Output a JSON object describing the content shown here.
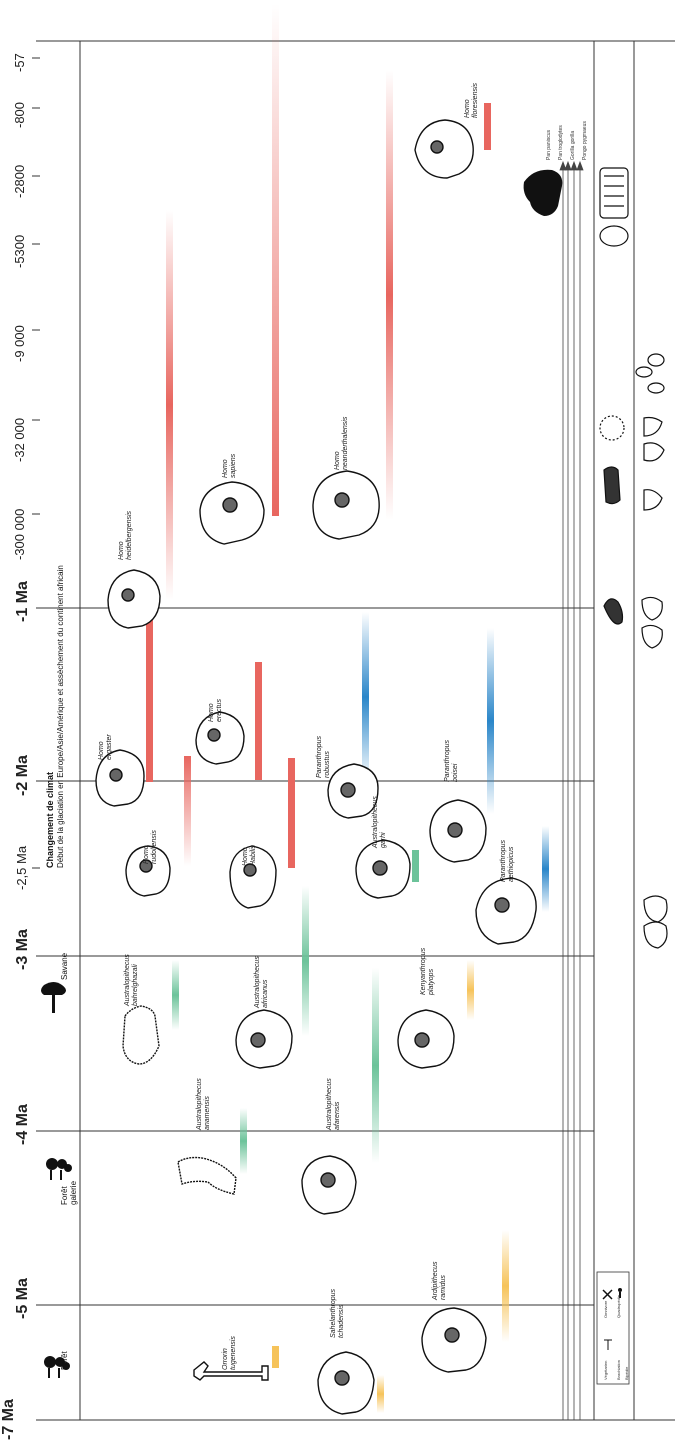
{
  "timeline": {
    "ma_labels": [
      "-1 Ma",
      "-2 Ma",
      "-3 Ma",
      "-4 Ma",
      "-5 Ma",
      "-7 Ma"
    ],
    "sub_labels": [
      "-2,5 Ma"
    ],
    "year_labels": [
      "-57",
      "-800",
      "-2800",
      "-5300",
      "-9 000",
      "-32 000",
      "-300 000"
    ]
  },
  "habitats": {
    "savane": "Savane",
    "foret_galerie": "Forêt galerie",
    "foret": "Forêt"
  },
  "climate": {
    "title": "Changement de climat",
    "text": "Début de la glaciation en Europe/Asie/Amérique et assèchement du continent africain"
  },
  "species": {
    "floresiensis": "Homo floresiensis",
    "neanderthalensis": "Homo neanderthalensis",
    "sapiens": "Homo sapiens",
    "heidelbergensis": "Homo heidelbergensis",
    "erectus": "Homo erectus",
    "ergaster": "Homo ergaster",
    "rudolfensis": "Homo rudolfensis",
    "habilis": "Homo Habilis",
    "robustus": "Paranthropus robustus",
    "boisei": "Paranthropus boisei",
    "aethiopicus": "Paranthropus aethiopicus",
    "garhi": "Australopithecus garhi",
    "bahrelghazali": "Australopithecus bahrelghazali",
    "africanus": "Australopithecus africanus",
    "platyops": "Kenyanthropus platyops",
    "anamensis": "Australopithecus anamensis",
    "afarensis": "Australopithecus afarensis",
    "ramidus": "Ardipithecus ramidus",
    "tchadensis": "Sahelanthropus tchadensis",
    "tugenensis": "Orrorin tugenensis"
  },
  "apes": [
    "Pan paniscus",
    "Pan troglodytes",
    "Gorilla gorilla",
    "Pongo pygmaeus"
  ],
  "legend": {
    "vegetarian": "Végétarien",
    "omnivore": "Omnivore",
    "brachiation": "Brachiation",
    "quadrupedie": "Quadrupédie",
    "bipedie": "Bipédie"
  },
  "colors": {
    "homo": "#e8665f",
    "paranthropus": "#2a86c9",
    "australopithecus": "#6cc39a",
    "early": "#f6c35a",
    "line": "#333333"
  },
  "icons": [
    "skull-icon",
    "cross-icon",
    "fork-icon",
    "walker-icon",
    "tree-icon",
    "gorilla-icon",
    "tool-icon",
    "fork-knife-icon"
  ]
}
